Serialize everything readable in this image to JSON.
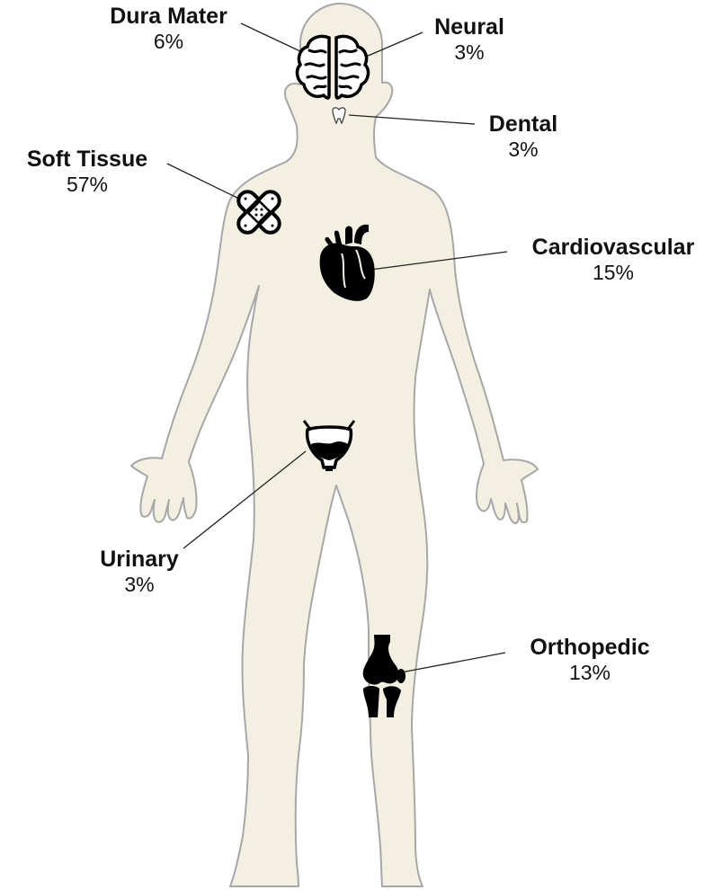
{
  "colors": {
    "body_fill": "#f4f0e1",
    "outline": "#a7a7a7",
    "icon": "#000000",
    "leader": "#222222"
  },
  "labels": {
    "dura_mater": {
      "name": "Dura Mater",
      "pct": "6%"
    },
    "neural": {
      "name": "Neural",
      "pct": "3%"
    },
    "dental": {
      "name": "Dental",
      "pct": "3%"
    },
    "soft_tissue": {
      "name": "Soft Tissue",
      "pct": "57%"
    },
    "cardiovascular": {
      "name": "Cardiovascular",
      "pct": "15%"
    },
    "urinary": {
      "name": "Urinary",
      "pct": "3%"
    },
    "orthopedic": {
      "name": "Orthopedic",
      "pct": "13%"
    }
  },
  "icons": {
    "brain": "brain-icon",
    "tooth": "tooth-icon",
    "bandage": "bandage-icon",
    "heart": "heart-icon",
    "bladder": "bladder-icon",
    "knee": "knee-joint-icon"
  }
}
